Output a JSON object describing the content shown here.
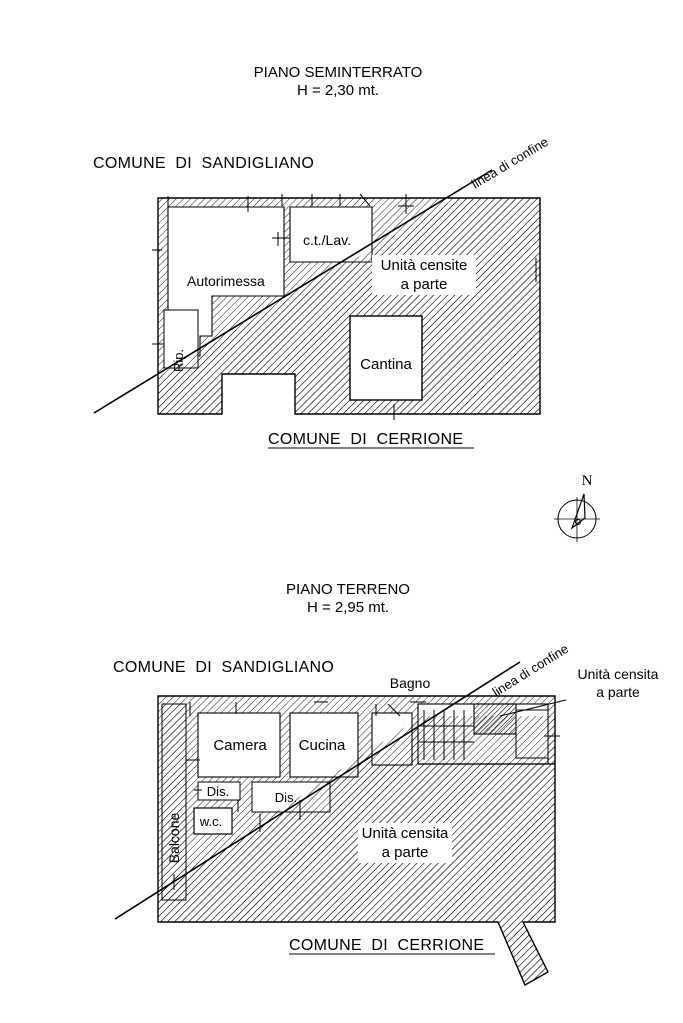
{
  "basement": {
    "title": "PIANO SEMINTERRATO",
    "height": "H = 2,30 mt.",
    "comune_top": "COMUNE  DI  SANDIGLIANO",
    "comune_bottom": "COMUNE  DI  CERRIONE",
    "boundary_label": "linea di confine",
    "rooms": {
      "ct_lav": "c.t./Lav.",
      "autorimessa": "Autorimessa",
      "unita_1": "Unità censite",
      "unita_2": "a parte",
      "cantina": "Cantina",
      "rip": "Rip."
    }
  },
  "ground": {
    "title": "PIANO TERRENO",
    "height": "H = 2,95 mt.",
    "comune_top": "COMUNE  DI  SANDIGLIANO",
    "comune_bottom": "COMUNE  DI  CERRIONE",
    "boundary_label": "linea di confine",
    "rooms": {
      "bagno": "Bagno",
      "camera": "Camera",
      "cucina": "Cucina",
      "dis_1": "Dis.",
      "dis_2": "Dis.",
      "wc": "w.c.",
      "balcone": "Balcone",
      "unita_center_1": "Unità censita",
      "unita_center_2": "a parte",
      "unita_corner_1": "Unità censita",
      "unita_corner_2": "a parte"
    }
  },
  "north_arrow": {
    "label": "N"
  }
}
